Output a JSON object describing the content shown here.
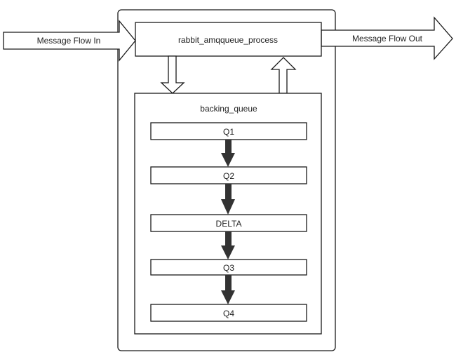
{
  "diagram": {
    "flow_in_label": "Message Flow In",
    "flow_out_label": "Message Flow Out",
    "process_label": "rabbit_amqqueue_process",
    "backing_queue_label": "backing_queue",
    "queues": [
      {
        "label": "Q1"
      },
      {
        "label": "Q2"
      },
      {
        "label": "DELTA"
      },
      {
        "label": "Q3"
      },
      {
        "label": "Q4"
      }
    ],
    "colors": {
      "stroke": "#1a1a1a",
      "fill": "#ffffff",
      "solid_arrow": "#333333",
      "text": "#222222"
    }
  }
}
